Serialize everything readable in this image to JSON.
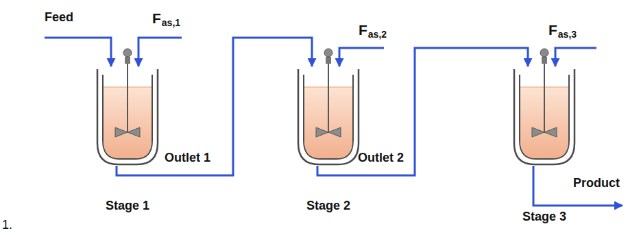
{
  "diagram": {
    "nodes": [
      {
        "text": [
          "Stage 1"
        ]
      },
      {
        "text": [
          "Stage 2"
        ]
      },
      {
        "text": [
          "Stage 3"
        ]
      }
    ],
    "edges": [
      {
        "from": 0,
        "to": 1,
        "arrow": "to",
        "label": "Outlet 1"
      },
      {
        "from": 1,
        "to": 2,
        "arrow": "to",
        "label": "Outlet 2"
      }
    ],
    "labels": [
      "Feed",
      "F",
      "as,1",
      "F",
      "as,2",
      "F",
      "as,3",
      "Product",
      "1."
    ]
  }
}
